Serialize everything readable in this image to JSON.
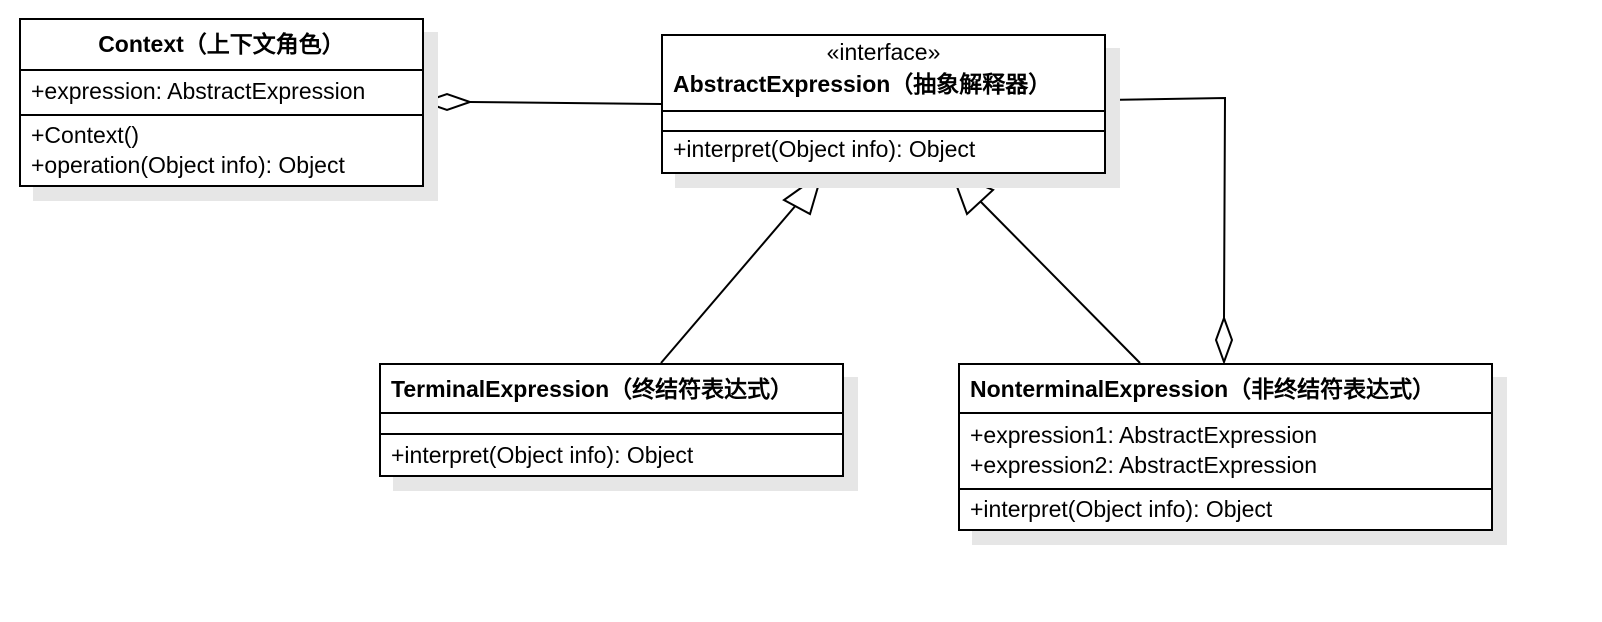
{
  "classes": {
    "context": {
      "name": "Context（上下文角色）",
      "attributes": [
        "+expression: AbstractExpression"
      ],
      "methods": [
        "+Context()",
        "+operation(Object info): Object"
      ]
    },
    "abstract": {
      "stereotype": "«interface»",
      "name": "AbstractExpression（抽象解释器）",
      "attributes": [],
      "methods": [
        "+interpret(Object info): Object"
      ]
    },
    "terminal": {
      "name": "TerminalExpression（终结符表达式）",
      "attributes": [],
      "methods": [
        "+interpret(Object info): Object"
      ]
    },
    "nonterminal": {
      "name": "NonterminalExpression（非终结符表达式）",
      "attributes": [
        "+expression1: AbstractExpression",
        "+expression2: AbstractExpression"
      ],
      "methods": [
        "+interpret(Object info): Object"
      ]
    }
  },
  "relations": [
    {
      "type": "aggregation",
      "from": "abstract",
      "to": "context"
    },
    {
      "type": "generalization",
      "from": "terminal",
      "to": "abstract"
    },
    {
      "type": "generalization",
      "from": "nonterminal",
      "to": "abstract"
    },
    {
      "type": "aggregation",
      "from": "abstract",
      "to": "nonterminal"
    }
  ]
}
